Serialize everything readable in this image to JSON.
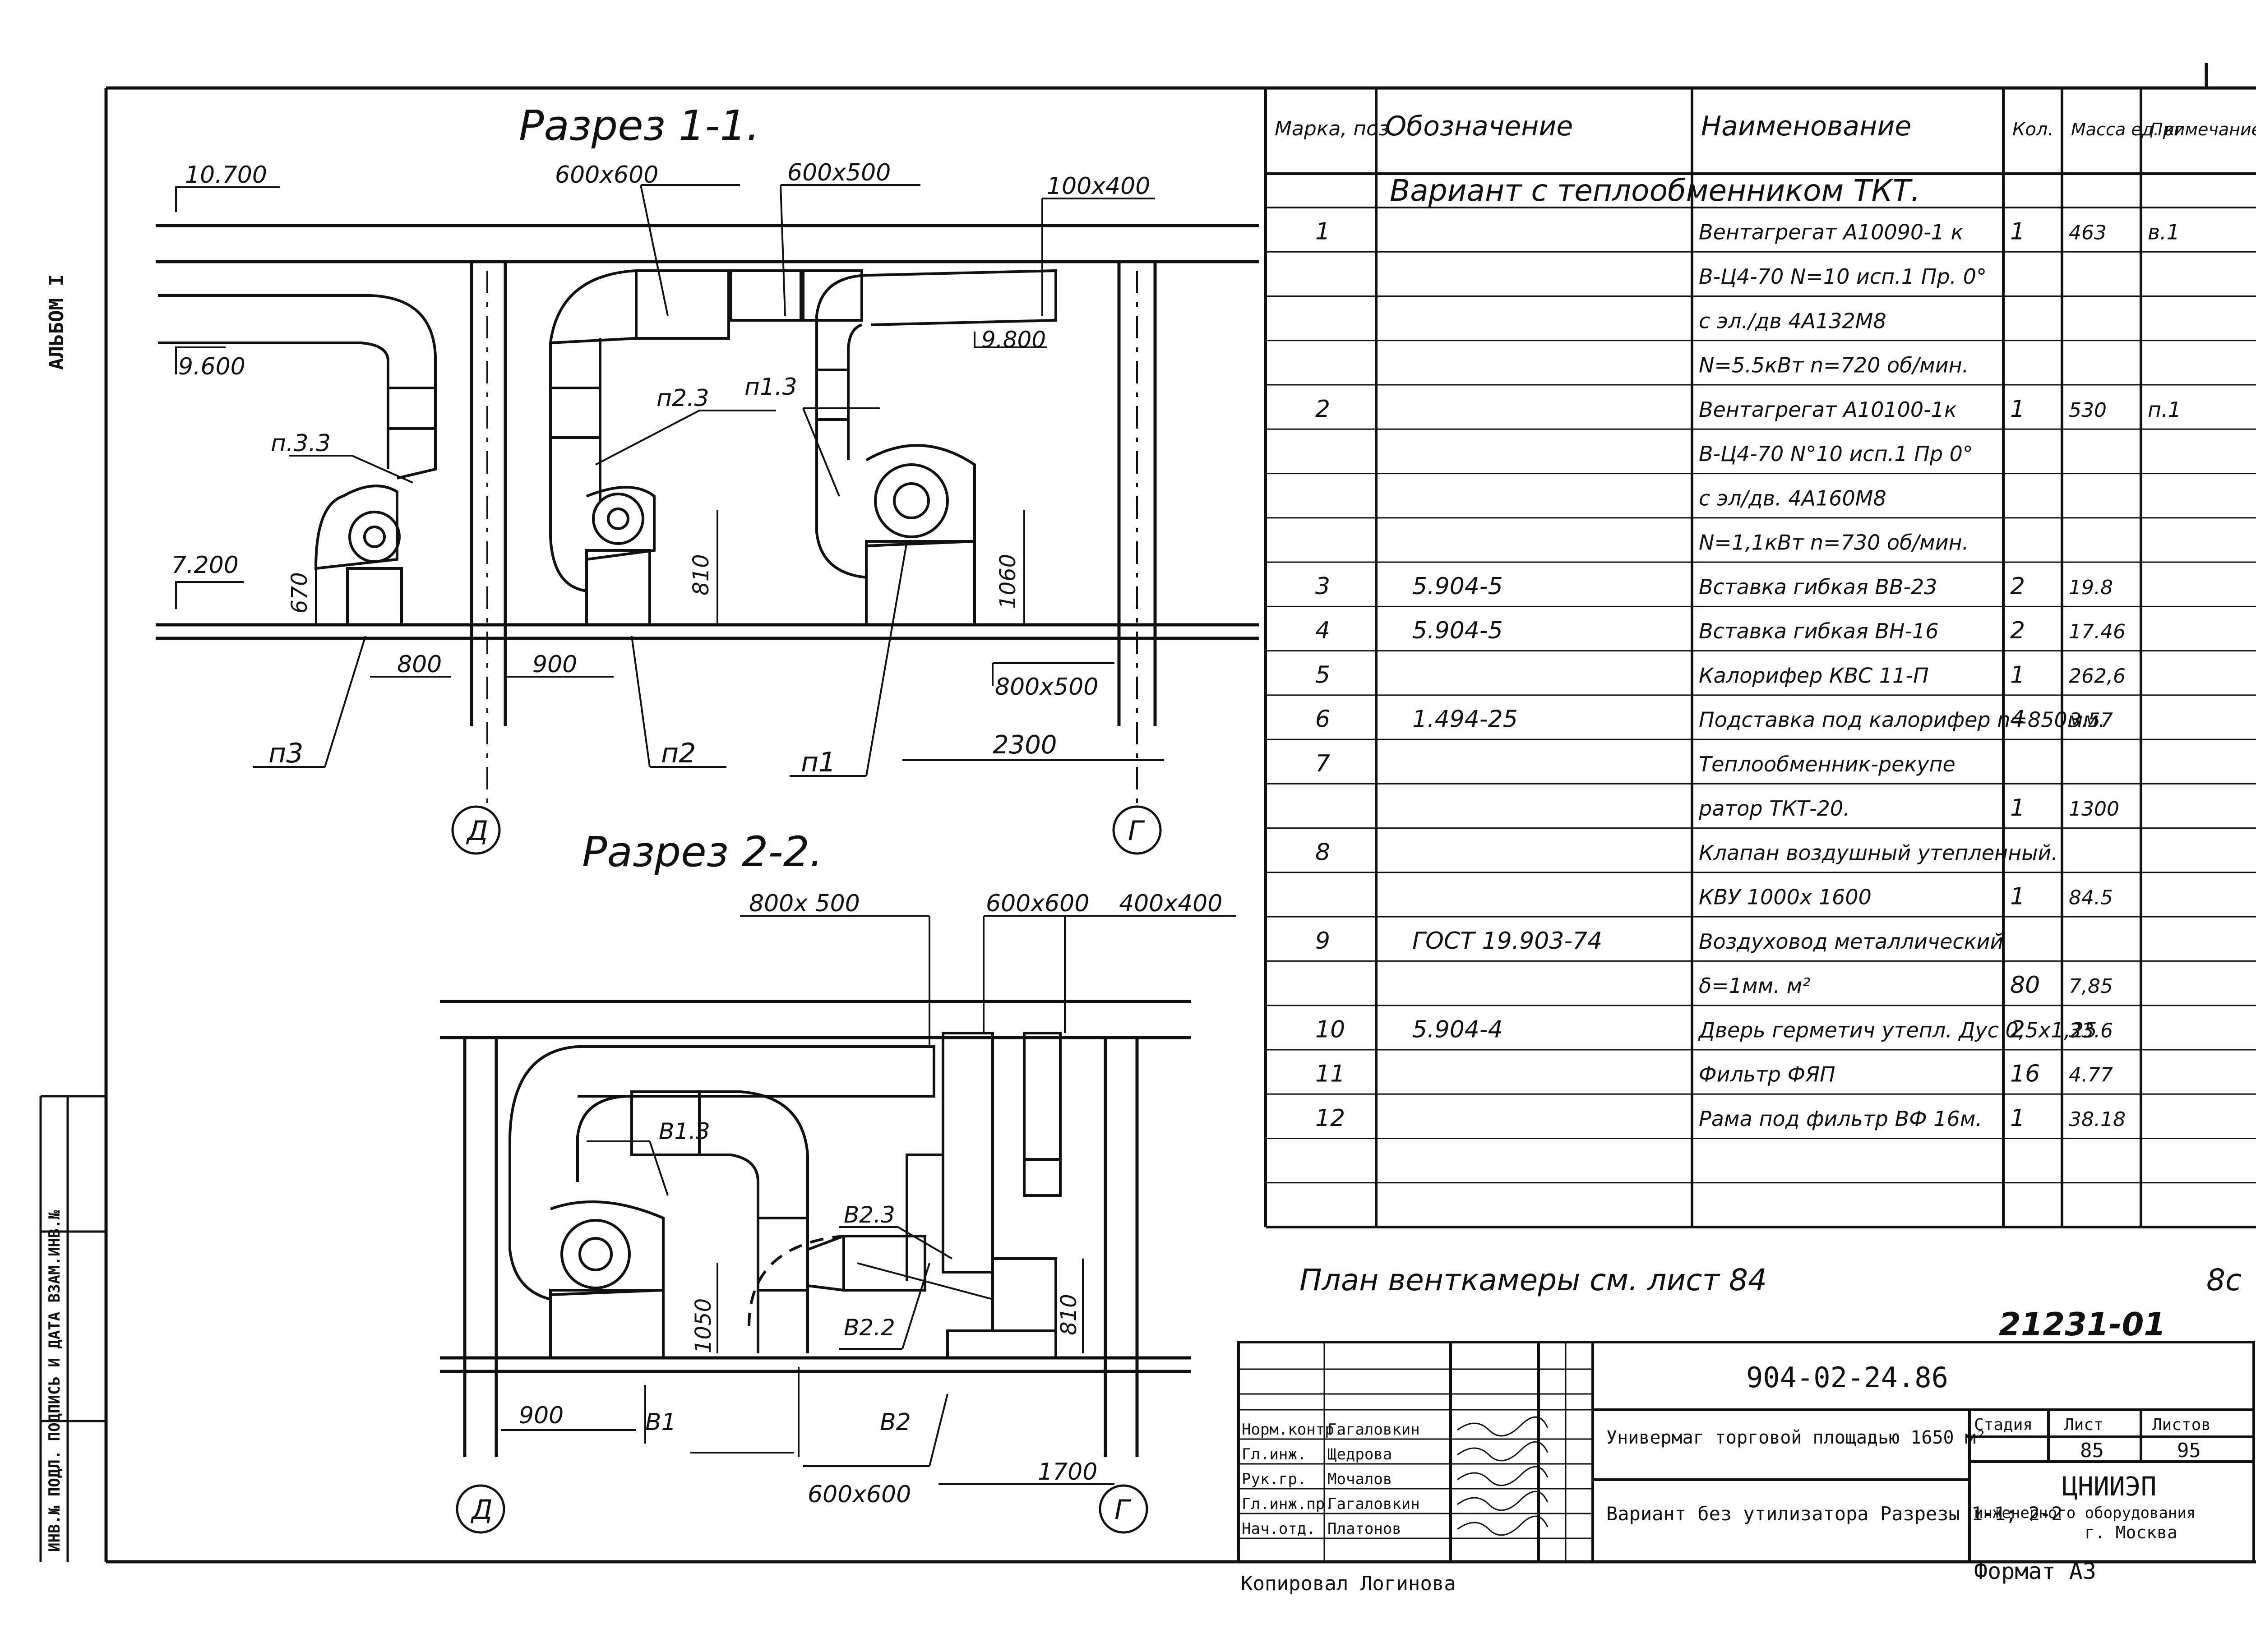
{
  "album_label": "АЛЬБОМ I",
  "left_strip_label": "ИНВ.№ ПОДЛ. ПОДПИСЬ И ДАТА ВЗАМ.ИНВ.№",
  "section1": {
    "title": "Разрез 1-1.",
    "levels": [
      "10.700",
      "9.600",
      "7.200",
      "9.800"
    ],
    "sizes": [
      "600х600",
      "600х500",
      "100х400",
      "800х500"
    ],
    "marks": [
      "п.3.3",
      "п2.3",
      "п1.3",
      "п3",
      "п2",
      "п1"
    ],
    "dims": [
      "670",
      "810",
      "1060",
      "800",
      "900",
      "2300"
    ],
    "axes": [
      "Д",
      "Г"
    ]
  },
  "section2": {
    "title": "Разрез 2-2.",
    "sizes": [
      "800х 500",
      "600х600",
      "400х400",
      "600х600"
    ],
    "marks": [
      "В1.3",
      "В2.3",
      "В2.2",
      "В1",
      "В2"
    ],
    "dims": [
      "1050",
      "810",
      "900",
      "1700"
    ],
    "axes": [
      "Д",
      "Г"
    ]
  },
  "spec": {
    "headers": [
      "Марка, поз.",
      "Обозначение",
      "Наименование",
      "Кол.",
      "Масса ед. кг",
      "Примечание"
    ],
    "variant": "Вариант с теплообменником ТКТ.",
    "rows": [
      [
        "1",
        "",
        "Вентагрегат А10090-1 к",
        "1",
        "463",
        "в.1"
      ],
      [
        "",
        "",
        "В-Ц4-70 N=10 исп.1 Пр. 0°",
        "",
        "",
        ""
      ],
      [
        "",
        "",
        "с эл./дв 4А132М8",
        "",
        "",
        ""
      ],
      [
        "",
        "",
        "N=5.5кВт n=720 об/мин.",
        "",
        "",
        ""
      ],
      [
        "2",
        "",
        "Вентагрегат А10100-1к",
        "1",
        "530",
        "п.1"
      ],
      [
        "",
        "",
        "В-Ц4-70 N°10 исп.1 Пр 0°",
        "",
        "",
        ""
      ],
      [
        "",
        "",
        "с эл/дв. 4А160М8",
        "",
        "",
        ""
      ],
      [
        "",
        "",
        "N=1,1кВт n=730 об/мин.",
        "",
        "",
        ""
      ],
      [
        "3",
        "5.904-5",
        "Вставка гибкая ВВ-23",
        "2",
        "19.8",
        ""
      ],
      [
        "4",
        "5.904-5",
        "Вставка гибкая ВН-16",
        "2",
        "17.46",
        ""
      ],
      [
        "5",
        "",
        "Калорифер КВС 11-П",
        "1",
        "262,6",
        ""
      ],
      [
        "6",
        "1.494-25",
        "Подставка под калорифер n=850мм.",
        "4",
        "3.57",
        ""
      ],
      [
        "7",
        "",
        "Теплообменник-рекупе",
        "",
        "",
        ""
      ],
      [
        "",
        "",
        "ратор ТКТ-20.",
        "1",
        "1300",
        ""
      ],
      [
        "8",
        "",
        "Клапан воздушный утепленный.",
        "",
        "",
        ""
      ],
      [
        "",
        "",
        "КВУ 1000х 1600",
        "1",
        "84.5",
        ""
      ],
      [
        "9",
        "ГОСТ 19.903-74",
        "Воздуховод металлический",
        "",
        "",
        ""
      ],
      [
        "",
        "",
        "δ=1мм.   м²",
        "80",
        "7,85",
        ""
      ],
      [
        "10",
        "5.904-4",
        "Дверь герметич утепл. Дус 0,5х1,25",
        "2",
        "33.6",
        ""
      ],
      [
        "11",
        "",
        "Фильтр ФЯП",
        "16",
        "4.77",
        ""
      ],
      [
        "12",
        "",
        "Рама под фильтр ВФ 16м.",
        "1",
        "38.18",
        ""
      ],
      [
        "",
        "",
        "",
        "",
        "",
        ""
      ],
      [
        "",
        "",
        "",
        "",
        "",
        ""
      ]
    ]
  },
  "note": "План венткамеры см. лист 84",
  "sheet_ref": "8с",
  "doc_number": "21231-01",
  "title_block": {
    "code": "904-02-24.86",
    "roles": [
      "Норм.контр.",
      "Гл.инж.",
      "Рук.гр.",
      "Гл.инж.пр.",
      "Нач.отд."
    ],
    "names": [
      "Гагаловкин",
      "Щедрова",
      "Мочалов",
      "Гагаловкин",
      "Платонов"
    ],
    "project": "Универмаг торговой площадью 1650 м²",
    "sheet_title": "Вариант без утилизатора Разрезы 1-1; 2-2",
    "stage_label": "Стадия",
    "sheet_label": "Лист",
    "sheets_label": "Листов",
    "sheet_no": "85",
    "sheets_total": "95",
    "org1": "ЦНИИЭП",
    "org2": "инженерного оборудования",
    "org3": "г. Москва",
    "copied": "Копировал Логинова",
    "format": "Формат А3"
  }
}
